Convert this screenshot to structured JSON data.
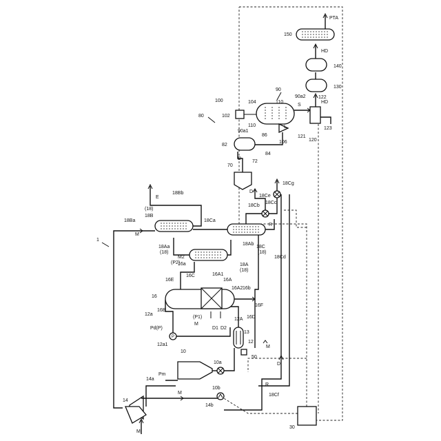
{
  "labels": {
    "stream_M_in": "M",
    "stream_M_14b": "M",
    "stream_M_18Ba": "M",
    "stream_M_16B": "M",
    "stream_M_18Cd": "M",
    "stream_E": "E",
    "stream_D_70": "D",
    "stream_D_18Ce": "D",
    "stream_D_low": "D",
    "stream_R_18C": "R",
    "stream_R_low": "R",
    "stream_S": "S",
    "stream_L": "L",
    "stream_HD_130": "HD",
    "stream_HD_140": "HD",
    "stream_PTA": "PTA",
    "Pm": "Pm",
    "Pd": "Pd(P)",
    "P1": "(P1)",
    "P2": "(P2)",
    "M2": "M2",
    "D1": "D1",
    "D2": "D2",
    "ref_1": "1",
    "ref_10": "10",
    "ref_10a": "10a",
    "ref_10b": "10b",
    "ref_12": "12",
    "ref_12a": "12a",
    "ref_12a1": "12a1",
    "ref_12A": "12A",
    "ref_13": "13",
    "ref_14": "14",
    "ref_14a": "14a",
    "ref_14b": "14b",
    "ref_16": "16",
    "ref_16a": "16a",
    "ref_16b": "16b",
    "ref_16A": "16A",
    "ref_16A1": "16A1",
    "ref_16A2": "16A2",
    "ref_16B": "16B",
    "ref_16C": "16C",
    "ref_16D": "16D",
    "ref_16E": "16E",
    "ref_16F": "16F",
    "ref_18": "(18)",
    "ref_18_b": "(18)",
    "ref_18A": "18A",
    "ref_18Aa": "18Aa",
    "ref_18Ab": "18Ab",
    "ref_18B": "18B",
    "ref_18B_paren": "(18)",
    "ref_18Ba": "18Ba",
    "ref_18Bb": "18Bb",
    "ref_18C": "18C",
    "ref_18C_paren": "(18)",
    "ref_18Ca": "18Ca",
    "ref_18Cb": "18Cb",
    "ref_18Cc": "18Cc",
    "ref_18Cd": "18Cd",
    "ref_18Ce": "18Ce",
    "ref_18Cf": "18Cf",
    "ref_18Cg": "18Cg",
    "ref_30": "30",
    "ref_50": "50",
    "ref_70": "70",
    "ref_72": "72",
    "ref_80": "80",
    "ref_82": "82",
    "ref_84": "84",
    "ref_86": "86",
    "ref_90": "90",
    "ref_90a1": "90a1",
    "ref_90a2": "90a2",
    "ref_100": "100",
    "ref_102": "102",
    "ref_104": "104",
    "ref_106": "106",
    "ref_110": "110",
    "ref_110_b": "110",
    "ref_120": "120",
    "ref_121": "121",
    "ref_122": "122",
    "ref_123": "123",
    "ref_130": "130",
    "ref_140": "140",
    "ref_150": "150"
  }
}
